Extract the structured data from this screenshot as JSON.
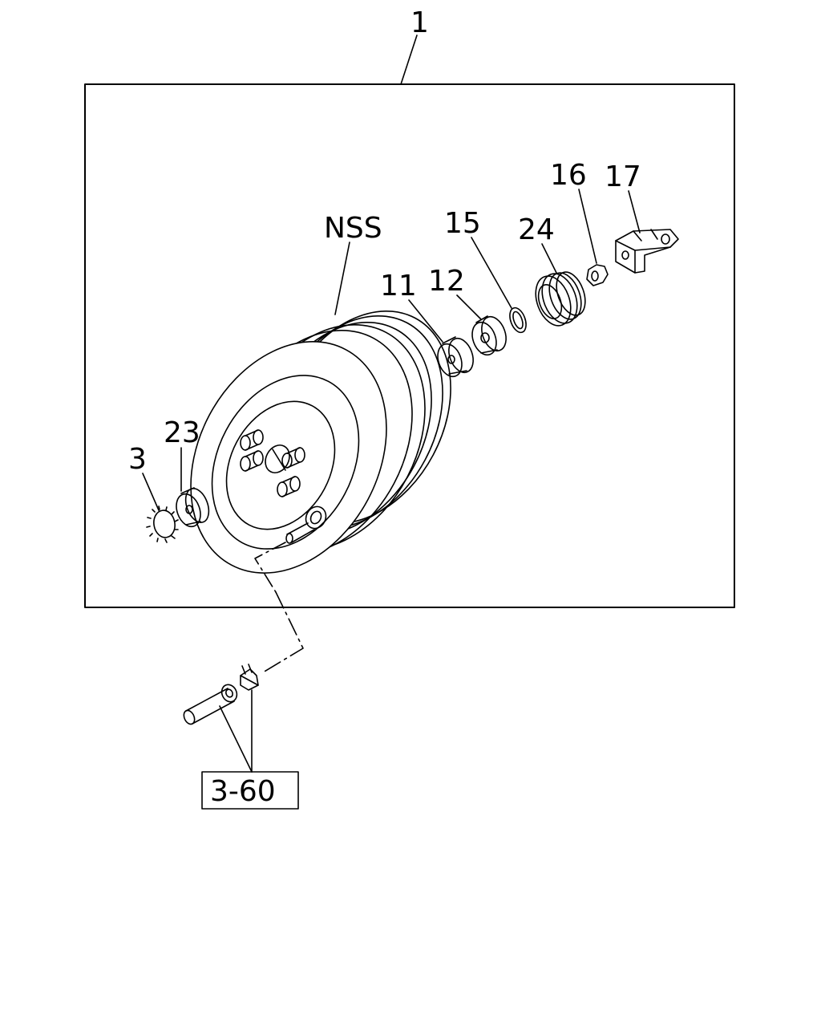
{
  "callouts": {
    "assembly": "1",
    "nss": "NSS",
    "c3": "3",
    "c23": "23",
    "c11": "11",
    "c12": "12",
    "c15": "15",
    "c24": "24",
    "c16": "16",
    "c17": "17"
  },
  "reference": {
    "label": "3-60"
  },
  "colors": {
    "line": "#000000",
    "background": "#ffffff"
  }
}
